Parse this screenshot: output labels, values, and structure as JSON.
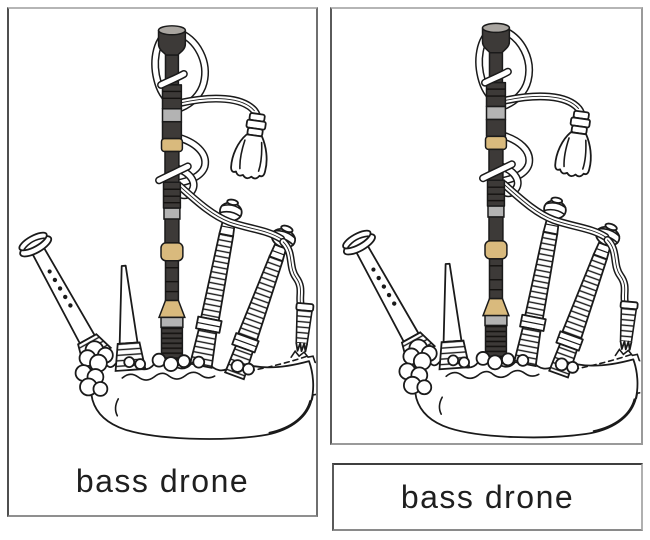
{
  "cards": {
    "left_card": {
      "label": "bass drone"
    },
    "right_label_card": {
      "label": "bass drone"
    }
  },
  "illustration": {
    "name": "bagpipes-line-drawing",
    "highlighted_part": "bass drone",
    "colors": {
      "outline": "#1a1a1a",
      "drone_dark": "#3d3a38",
      "band_gray": "#b3b3b3",
      "band_tan": "#d9ba7d",
      "cap_gray": "#a9a5a0",
      "card_border": "#8f8f8f",
      "label_text": "#1f1f1f"
    }
  }
}
